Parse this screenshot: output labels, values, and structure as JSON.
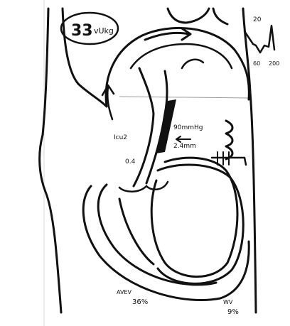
{
  "sketch": {
    "velocity_label": "33",
    "velocity_unit": "vUkg",
    "pressure_top": "20",
    "pressure_left": "60",
    "pressure_right": "200",
    "gradient_mmhg": "90mmHg",
    "length_mm": "2.4mm",
    "outflow_label": "Icu2",
    "orifice_label": "0.4",
    "lower_left_label": "AVEV",
    "lower_left_value": "36%",
    "lower_right_label": "WV",
    "lower_right_value": "9%"
  },
  "colors": {
    "ink": "#111111",
    "paper": "#ffffff",
    "guide_line": "#9a9a9a"
  }
}
